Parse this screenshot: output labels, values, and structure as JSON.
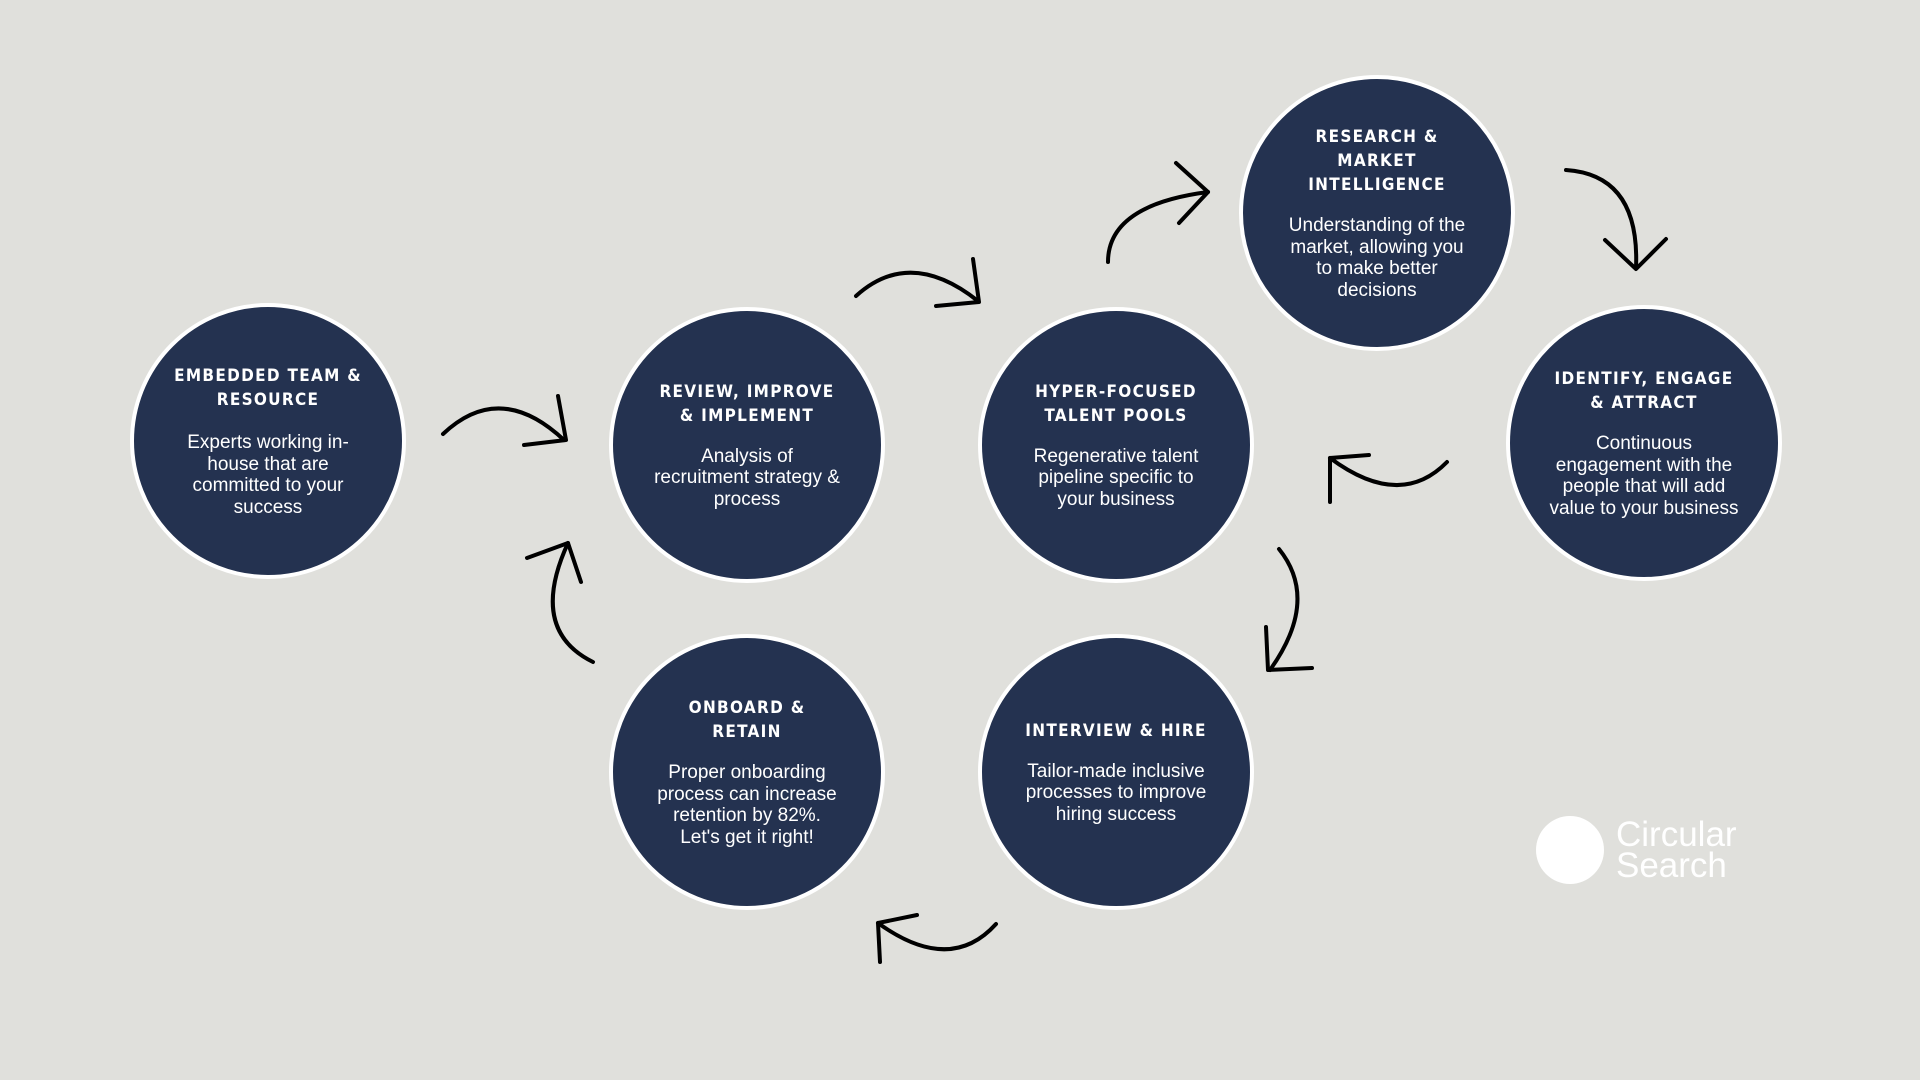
{
  "nodes": [
    {
      "id": "embedded",
      "title": "EMBEDDED TEAM & RESOURCE",
      "description": "Experts working in-house that are committed to your success"
    },
    {
      "id": "review",
      "title": "REVIEW, IMPROVE & IMPLEMENT",
      "description": "Analysis of recruitment strategy & process"
    },
    {
      "id": "hyper",
      "title": "HYPER-FOCUSED TALENT POOLS",
      "description": "Regenerative talent pipeline specific to your business"
    },
    {
      "id": "research",
      "title": "RESEARCH & MARKET INTELLIGENCE",
      "description": "Understanding of the market, allowing you to make better decisions"
    },
    {
      "id": "identify",
      "title": "IDENTIFY, ENGAGE & ATTRACT",
      "description": "Continuous engagement with the people that will add value to your business"
    },
    {
      "id": "onboard",
      "title": "ONBOARD & RETAIN",
      "description": "Proper onboarding process can increase retention by 82%. Let's get it right!"
    },
    {
      "id": "interview",
      "title": "INTERVIEW & HIRE",
      "description": "Tailor-made inclusive processes to improve hiring success"
    }
  ],
  "brand": {
    "name": "Circular Search"
  },
  "colors": {
    "background": "#e0e0dc",
    "node_fill": "#243250",
    "node_border": "#ffffff",
    "arrow": "#000000"
  }
}
